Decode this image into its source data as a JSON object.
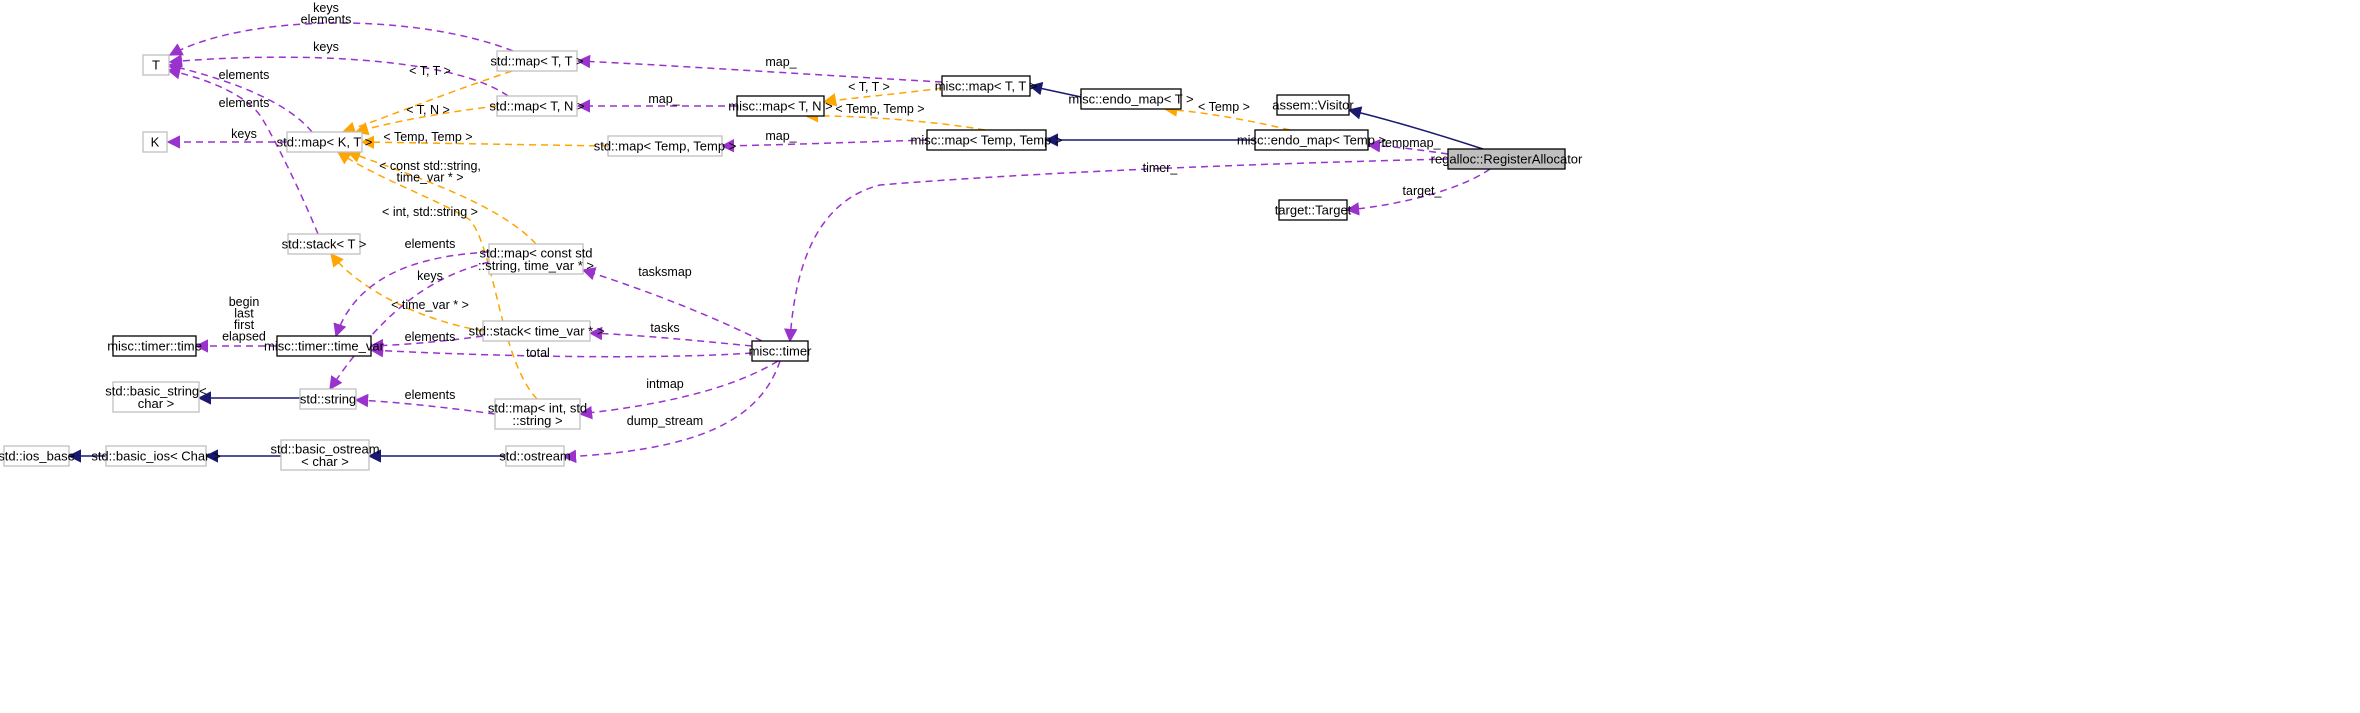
{
  "diagram": {
    "title": "",
    "nodes": [
      {
        "id": "T",
        "label": [
          "T"
        ],
        "kind": "external"
      },
      {
        "id": "K",
        "label": [
          "K"
        ],
        "kind": "external"
      },
      {
        "id": "std_map_KT",
        "label": [
          "std::map< K, T >"
        ],
        "kind": "external"
      },
      {
        "id": "std_map_TT",
        "label": [
          "std::map< T, T >"
        ],
        "kind": "external"
      },
      {
        "id": "std_map_TN",
        "label": [
          "std::map< T, N >"
        ],
        "kind": "external"
      },
      {
        "id": "std_map_TempTemp",
        "label": [
          "std::map< Temp, Temp >"
        ],
        "kind": "external"
      },
      {
        "id": "misc_map_TT",
        "label": [
          "misc::map< T, T >"
        ],
        "kind": "documented"
      },
      {
        "id": "misc_map_TN",
        "label": [
          "misc::map< T, N >"
        ],
        "kind": "documented"
      },
      {
        "id": "misc_map_TempTemp",
        "label": [
          "misc::map< Temp, Temp >"
        ],
        "kind": "documented"
      },
      {
        "id": "misc_endo_map_T",
        "label": [
          "misc::endo_map< T >"
        ],
        "kind": "documented"
      },
      {
        "id": "misc_endo_map_Temp",
        "label": [
          "misc::endo_map< Temp >"
        ],
        "kind": "documented"
      },
      {
        "id": "assem_Visitor",
        "label": [
          "assem::Visitor"
        ],
        "kind": "documented"
      },
      {
        "id": "regalloc",
        "label": [
          "regalloc::RegisterAllocator"
        ],
        "kind": "focus"
      },
      {
        "id": "target_Target",
        "label": [
          "target::Target"
        ],
        "kind": "documented"
      },
      {
        "id": "std_stack_T",
        "label": [
          "std::stack< T >"
        ],
        "kind": "external"
      },
      {
        "id": "std_map_conststring",
        "label": [
          "std::map< const std",
          "::string, time_var * >"
        ],
        "kind": "external"
      },
      {
        "id": "std_stack_timevar",
        "label": [
          "std::stack< time_var * >"
        ],
        "kind": "external"
      },
      {
        "id": "misc_timer_time",
        "label": [
          "misc::timer::time"
        ],
        "kind": "documented"
      },
      {
        "id": "misc_timer_time_var",
        "label": [
          "misc::timer::time_var"
        ],
        "kind": "documented"
      },
      {
        "id": "misc_timer",
        "label": [
          "misc::timer"
        ],
        "kind": "documented"
      },
      {
        "id": "std_basic_string",
        "label": [
          "std::basic_string<",
          "char >"
        ],
        "kind": "external"
      },
      {
        "id": "std_string",
        "label": [
          "std::string"
        ],
        "kind": "external"
      },
      {
        "id": "std_map_int_string",
        "label": [
          "std::map< int, std",
          "::string >"
        ],
        "kind": "external"
      },
      {
        "id": "std_ios_base",
        "label": [
          "std::ios_base"
        ],
        "kind": "external"
      },
      {
        "id": "std_basic_ios",
        "label": [
          "std::basic_ios< Char >"
        ],
        "kind": "external"
      },
      {
        "id": "std_basic_ostream",
        "label": [
          "std::basic_ostream",
          "< char >"
        ],
        "kind": "external"
      },
      {
        "id": "std_ostream",
        "label": [
          "std::ostream"
        ],
        "kind": "external"
      }
    ],
    "edges": [
      {
        "id": "e_tt_T",
        "kind": "usage",
        "label": [
          "keys",
          "elements"
        ]
      },
      {
        "id": "e_tn_T",
        "kind": "usage",
        "label": [
          "keys"
        ]
      },
      {
        "id": "e_kt_T_elements",
        "kind": "usage",
        "label": [
          "elements"
        ]
      },
      {
        "id": "e_kt_K",
        "kind": "usage",
        "label": [
          "keys"
        ]
      },
      {
        "id": "e_stack_T",
        "kind": "usage",
        "label": [
          "elements"
        ]
      },
      {
        "id": "e_mtt_stdtt",
        "kind": "usage",
        "label": [
          "map_"
        ]
      },
      {
        "id": "e_mtn_stdtn",
        "kind": "usage",
        "label": [
          "map_"
        ]
      },
      {
        "id": "e_mtemp_stdtemp",
        "kind": "usage",
        "label": [
          "map_"
        ]
      },
      {
        "id": "e_stdtt_kt",
        "kind": "template",
        "label": [
          "< T, T >"
        ]
      },
      {
        "id": "e_stdtn_kt",
        "kind": "template",
        "label": [
          "< T, N >"
        ]
      },
      {
        "id": "e_stdtemp_kt",
        "kind": "template",
        "label": [
          "< Temp, Temp >"
        ]
      },
      {
        "id": "e_mtt_mtn",
        "kind": "template",
        "label": [
          "< T, T >"
        ]
      },
      {
        "id": "e_mtemp_mtn",
        "kind": "template",
        "label": [
          "< Temp, Temp >"
        ]
      },
      {
        "id": "e_endoTemp_endoT",
        "kind": "template",
        "label": [
          "< Temp >"
        ]
      },
      {
        "id": "e_mtt_endoT",
        "kind": "inherit",
        "label": []
      },
      {
        "id": "e_mtemp_endoTemp",
        "kind": "inherit",
        "label": []
      },
      {
        "id": "e_visitor_regalloc",
        "kind": "inherit",
        "label": []
      },
      {
        "id": "e_regalloc_endoTemp",
        "kind": "usage",
        "label": [
          "tempmap_"
        ]
      },
      {
        "id": "e_regalloc_target",
        "kind": "usage",
        "label": [
          "target_"
        ]
      },
      {
        "id": "e_timer_regalloc",
        "kind": "usage",
        "label": [
          "timer_"
        ]
      },
      {
        "id": "e_cs_kt",
        "kind": "template",
        "label": [
          "< const std::string,",
          "time_var * >"
        ]
      },
      {
        "id": "e_is_kt",
        "kind": "template",
        "label": [
          "< int, std::string >"
        ]
      },
      {
        "id": "e_timevar_stack",
        "kind": "template",
        "label": [
          "< time_var * >"
        ]
      },
      {
        "id": "e_cs_timevar_elements",
        "kind": "usage",
        "label": [
          "elements"
        ]
      },
      {
        "id": "e_string_cs_keys",
        "kind": "usage",
        "label": [
          "keys"
        ]
      },
      {
        "id": "e_stack_timevar_elements",
        "kind": "usage",
        "label": [
          "elements"
        ]
      },
      {
        "id": "e_time_timevar",
        "kind": "usage",
        "label": [
          "begin",
          "last",
          "first",
          "elapsed"
        ]
      },
      {
        "id": "e_timer_cs",
        "kind": "usage",
        "label": [
          "tasksmap"
        ]
      },
      {
        "id": "e_timer_stack",
        "kind": "usage",
        "label": [
          "tasks"
        ]
      },
      {
        "id": "e_timer_timevar",
        "kind": "usage",
        "label": [
          "total"
        ]
      },
      {
        "id": "e_timer_mapint",
        "kind": "usage",
        "label": [
          "intmap"
        ]
      },
      {
        "id": "e_string_mapint",
        "kind": "usage",
        "label": [
          "elements"
        ]
      },
      {
        "id": "e_timer_ostream",
        "kind": "usage",
        "label": [
          "dump_stream"
        ]
      },
      {
        "id": "e_bs_string",
        "kind": "inherit",
        "label": []
      },
      {
        "id": "e_iosbase_basicios",
        "kind": "inherit",
        "label": []
      },
      {
        "id": "e_basicios_ostream",
        "kind": "inherit",
        "label": []
      },
      {
        "id": "e_basicostream_ostream",
        "kind": "inherit",
        "label": []
      }
    ]
  },
  "colors": {
    "usage": "#9a32cd",
    "template": "#ffa500",
    "inherit": "#191970",
    "external_border": "#bfbfbf",
    "documented_border": "#000000",
    "focus_fill": "#bfbfbf"
  }
}
